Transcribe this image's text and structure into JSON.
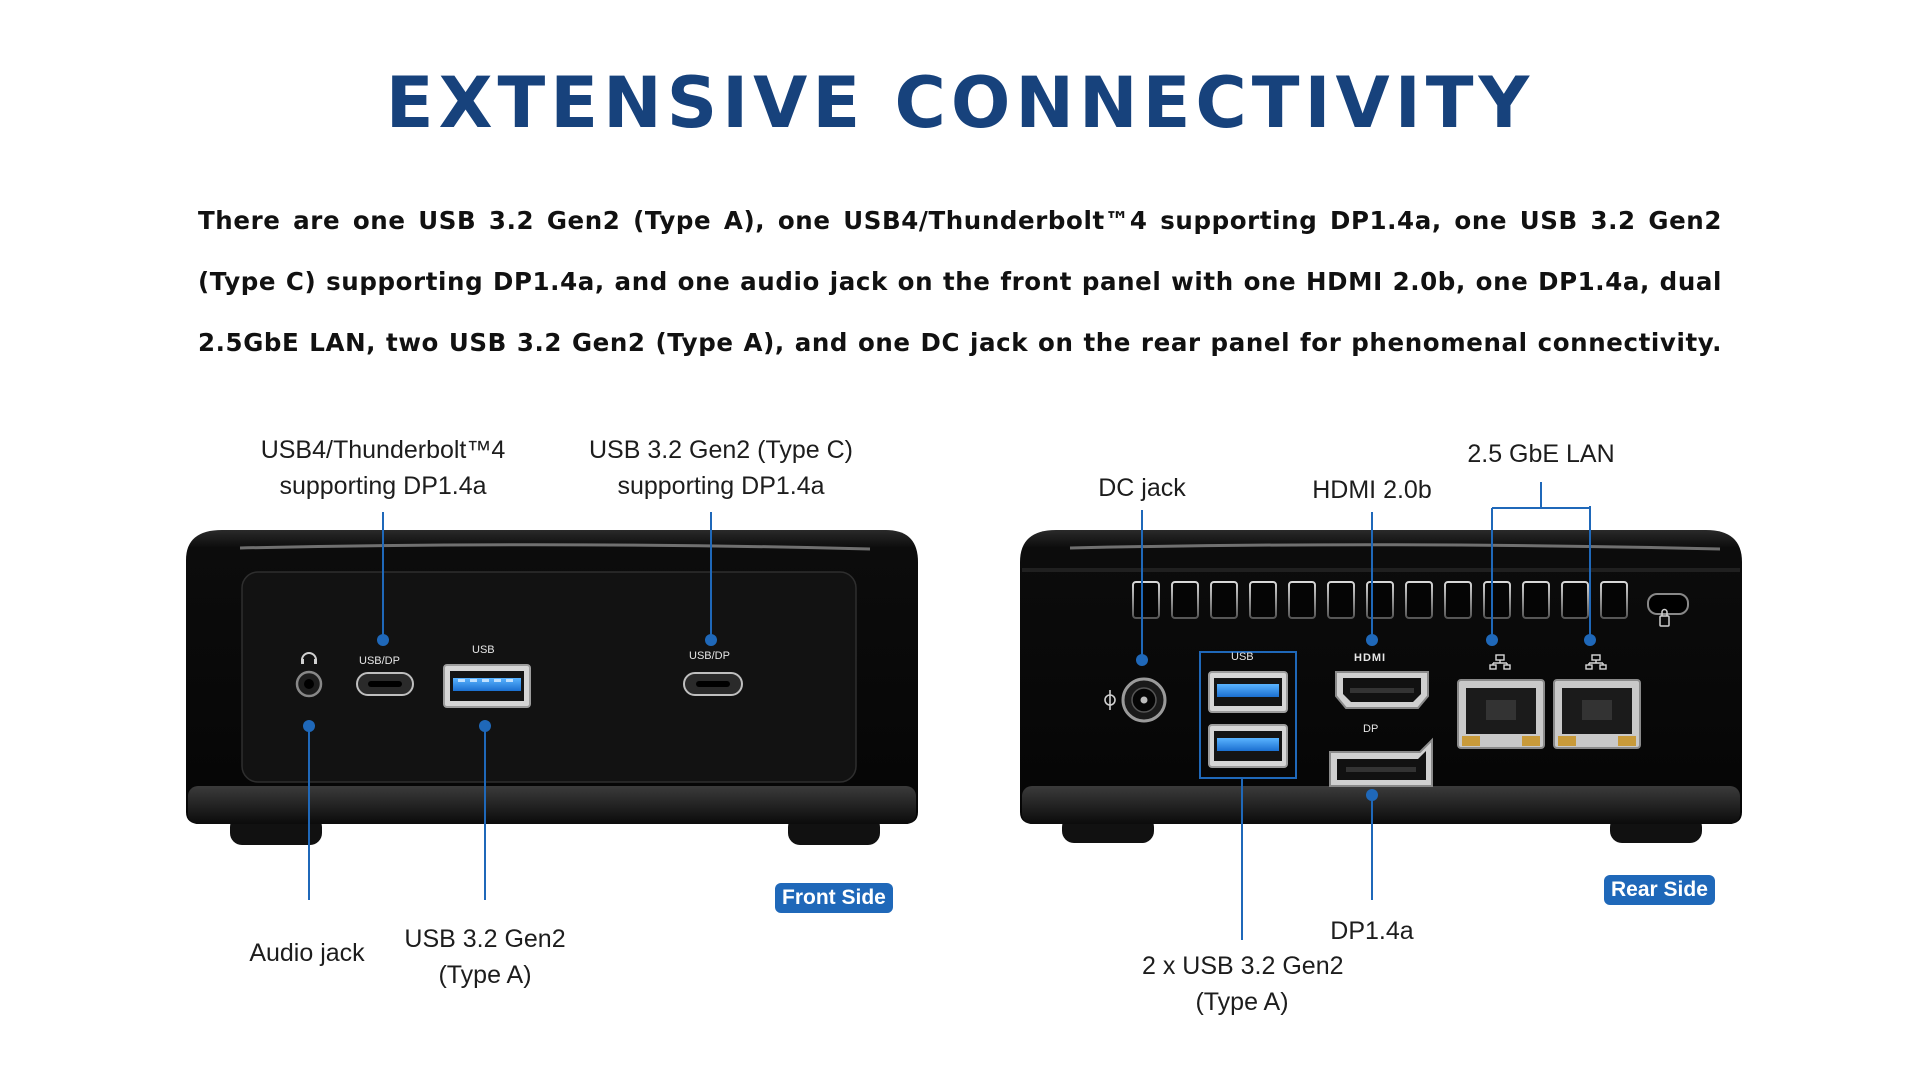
{
  "title": "EXTENSIVE CONNECTIVITY",
  "description": "There are one USB 3.2 Gen2 (Type A), one USB4/Thunderbolt™4 supporting DP1.4a, one USB 3.2 Gen2 (Type C) supporting DP1.4a, and one audio jack on the front panel with one HDMI 2.0b, one DP1.4a, dual 2.5GbE LAN, two USB 3.2 Gen2 (Type A), and one DC jack on the rear panel for phenomenal connectivity.",
  "front": {
    "badge": "Front Side",
    "labels": {
      "usb4_line1": "USB4/Thunderbolt™4",
      "usb4_line2": "supporting DP1.4a",
      "usbc_line1": "USB 3.2 Gen2 (Type C)",
      "usbc_line2": "supporting DP1.4a",
      "audio": "Audio jack",
      "usba_line1": "USB 3.2 Gen2",
      "usba_line2": "(Type A)"
    },
    "port_text": {
      "usbdp_left": "USB/DP",
      "usb": "USB",
      "usbdp_right": "USB/DP"
    }
  },
  "rear": {
    "badge": "Rear Side",
    "labels": {
      "dc": "DC jack",
      "hdmi": "HDMI 2.0b",
      "lan": "2.5 GbE LAN",
      "dp": "DP1.4a",
      "usb_line1": "2 x USB 3.2 Gen2",
      "usb_line2": "(Type A)"
    },
    "port_text": {
      "usb": "USB",
      "hdmi": "HDMI",
      "dp": "DP"
    }
  },
  "colors": {
    "title": "#17427c",
    "accent": "#1f68b9",
    "usb_blue": "#2a8fe8",
    "chassis": "#0a0a0a"
  }
}
